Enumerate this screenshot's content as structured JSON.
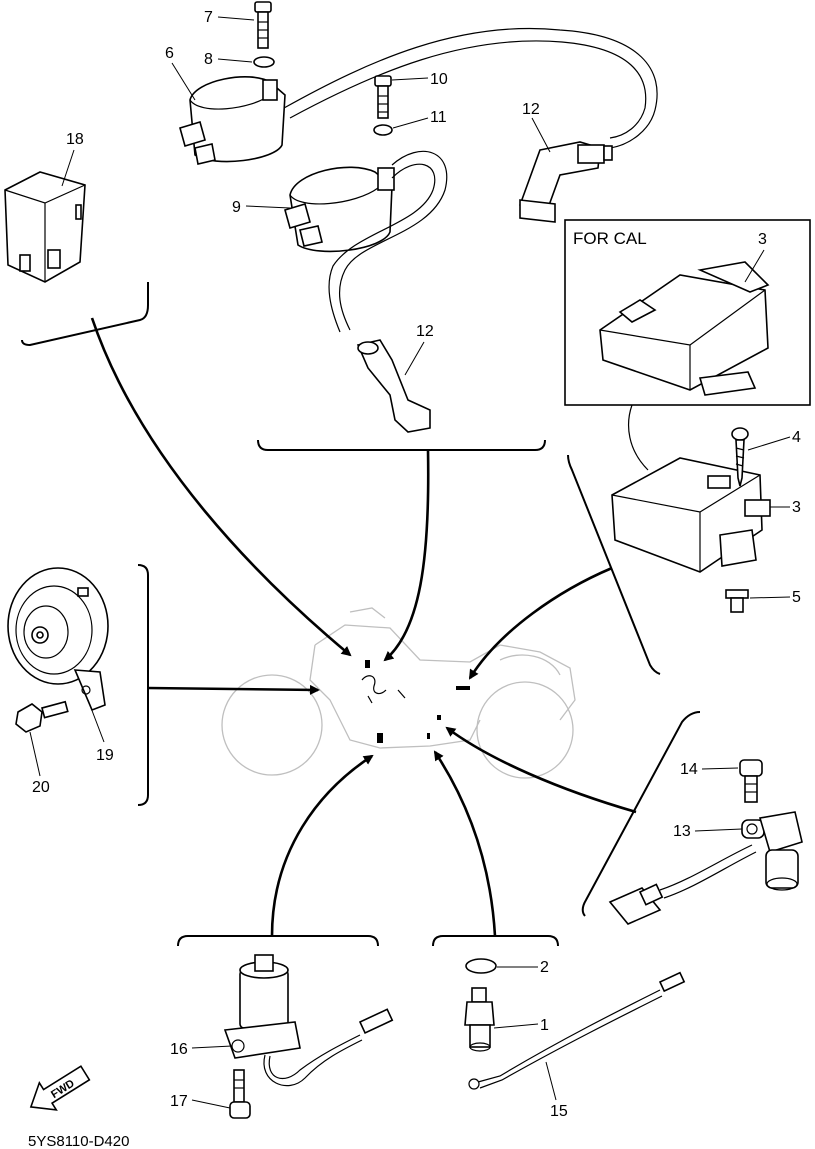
{
  "labels": {
    "p1": "1",
    "p2": "2",
    "p3a": "3",
    "p3b": "3",
    "p4": "4",
    "p5": "5",
    "p6": "6",
    "p7": "7",
    "p8": "8",
    "p9": "9",
    "p10": "10",
    "p11": "11",
    "p12a": "12",
    "p12b": "12",
    "p13": "13",
    "p14": "14",
    "p15": "15",
    "p16": "16",
    "p17": "17",
    "p18": "18",
    "p19": "19",
    "p20": "20"
  },
  "inset": {
    "title": "FOR CAL"
  },
  "forward_arrow": {
    "text": "FWD"
  },
  "reference": {
    "code": "5YS8110-D420"
  }
}
